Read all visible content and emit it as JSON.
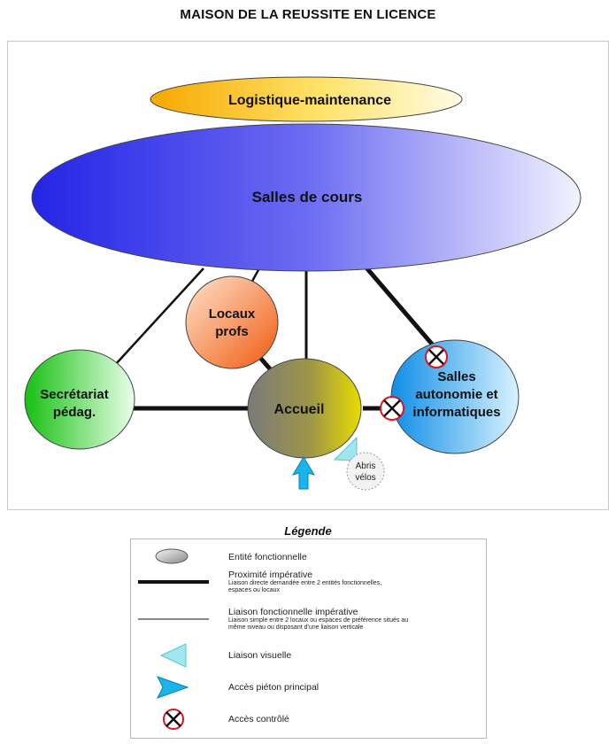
{
  "title": "MAISON DE LA REUSSITE EN LICENCE",
  "nodes": {
    "logistique": "Logistique-maintenance",
    "salles_cours": "Salles de cours",
    "locaux_profs": [
      "Locaux",
      "profs"
    ],
    "secretariat": [
      "Secrétariat",
      "pédag."
    ],
    "accueil": "Accueil",
    "salles_autonomie": [
      "Salles",
      "autonomie et",
      "informatiques"
    ],
    "abris_velos": [
      "Abris",
      "vélos"
    ]
  },
  "colors": {
    "logistique": "#f6a800",
    "salles_cours": "#3a3af0",
    "locaux_profs": "#f26a1b",
    "secretariat": "#22c81e",
    "accueil": "#8d8a55",
    "salles_autonomie": "#2a9ee8",
    "visual_link": "#9fe6ee",
    "pedestrian_access": "#1ab4ec",
    "controlled_access": "#d8161c"
  },
  "legend": {
    "title": "Légende",
    "items": [
      {
        "icon": "functional-entity-ellipse-icon",
        "label": "Entité fonctionnelle",
        "detail": []
      },
      {
        "icon": "thick-line-icon",
        "label": "Proximité impérative",
        "detail": [
          "Liaison directe demandée entre 2 entités fonctionnelles,",
          "espaces ou locaux"
        ]
      },
      {
        "icon": "thin-line-icon",
        "label": "Liaison fonctionnelle impérative",
        "detail": [
          "Liaison simple entre 2 locaux ou espaces de préférence situés au",
          "même niveau ou disposant d'une liaison verticale"
        ]
      },
      {
        "icon": "visual-link-triangle-icon",
        "label": "Liaison visuelle",
        "detail": []
      },
      {
        "icon": "pedestrian-access-arrow-icon",
        "label": "Accès piéton principal",
        "detail": []
      },
      {
        "icon": "controlled-access-icon",
        "label": "Accès contrôlé",
        "detail": []
      }
    ]
  }
}
